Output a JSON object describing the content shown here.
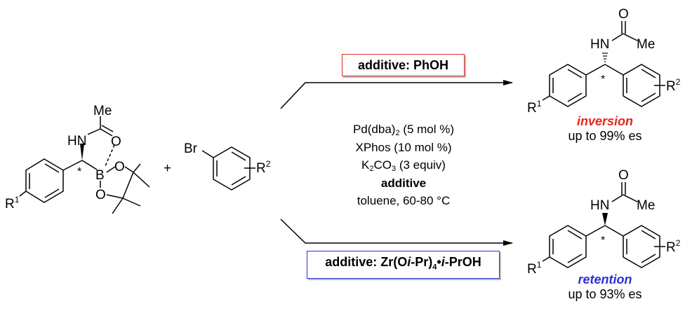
{
  "reactant_boronate": {
    "me": "Me",
    "hn": "HN",
    "o_carbonyl": "O",
    "b": "B",
    "o1": "O",
    "o2": "O",
    "r": "R",
    "r_sup": "1",
    "star": "*"
  },
  "plus": "+",
  "reactant_arylbromide": {
    "br": "Br",
    "r": "R",
    "r_sup": "2"
  },
  "top_box": {
    "text": "additive: PhOH",
    "color": "#e0281e"
  },
  "bottom_box": {
    "prefix": "additive: Zr(O",
    "ipr1": "i",
    "mid": "-Pr)",
    "sub": "4",
    "dot": "•",
    "ipr2": "i",
    "suffix": "-PrOH",
    "color": "#2b2fd6"
  },
  "conditions": {
    "line1_a": "Pd(dba)",
    "line1_sub": "2",
    "line1_b": " (5 mol %)",
    "line2": "XPhos (10 mol %)",
    "line3_a": "K",
    "line3_sub1": "2",
    "line3_b": "CO",
    "line3_sub2": "3",
    "line3_c": " (3 equiv)",
    "line4": "additive",
    "line5": "toluene, 60-80 °C"
  },
  "product_top": {
    "o": "O",
    "hn": "HN",
    "me": "Me",
    "r1": "R",
    "r1_sup": "1",
    "r2": "R",
    "r2_sup": "2",
    "star": "*",
    "outcome": "inversion",
    "outcome_color": "#e0281e",
    "es": "up to 99% es"
  },
  "product_bottom": {
    "o": "O",
    "hn": "HN",
    "me": "Me",
    "r1": "R",
    "r1_sup": "1",
    "r2": "R",
    "r2_sup": "2",
    "star": "*",
    "outcome": "retention",
    "outcome_color": "#2b2fd6",
    "es": "up to 93% es"
  }
}
